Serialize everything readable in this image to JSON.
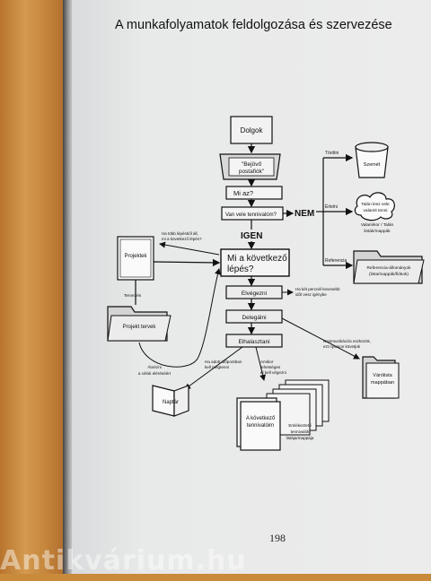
{
  "page": {
    "title": "A munkafolyamatok feldolgozása és szervezése",
    "page_number": "198",
    "watermark": "Antikvárium.hu"
  },
  "flowchart": {
    "dolgok": "Dolgok",
    "bejovo_line1": "\"Bejövő",
    "bejovo_line2": "postafiók\"",
    "mi_az": "Mi az?",
    "van_vele": "Van vele tennivalóm?",
    "nem": "NEM",
    "igen": "IGEN",
    "mi_kovetkezo_line1": "Mi a következő",
    "mi_kovetkezo_line2": "lépés?",
    "elvegezni": "Elvégezni",
    "delegalni": "Delegálni",
    "elhalasztani": "Elhalasztani",
    "torolni": "Törölni",
    "szemet": "Szemét",
    "erlelni": "Érlelni",
    "talan_line1": "Talán lesz vele",
    "talan_line2": "valamit tenni",
    "valamikor_line1": "Valamikor / Talán",
    "valamikor_line2": "listák/mappák",
    "referencia": "Referencia",
    "ref_line1": "Referencia-állományok",
    "ref_line2": "(lista/mappák/fiókok)",
    "projektek": "Projektek",
    "tervezes": "Tervezés",
    "projekt_tervek": "Projekt tervek",
    "ha_tobb_line1": "Ha több lépésből áll,",
    "ha_tobb_line2": "mi a következő lépés?",
    "ha_ketpercnel_line1": "Ha két percnél kevesebb",
    "ha_ketpercnel_line2": "időt vesz igénybe",
    "kommunikacios_line1": "Kommunikációs eszközök,",
    "kommunikacios_line2": "ezt nyomon követjük",
    "vrakozas_line1": "Várólista",
    "vrakozas_line2": "mappában",
    "ha_adott_line1": "Ha adott időpontban",
    "ha_adott_line2": "kell megtenni",
    "naptar": "Naptár",
    "amikor_line1": "Amikor",
    "amikor_line2": "lehetséges",
    "amikor_line3": "el kell végezni",
    "akciok_line1": "A következő",
    "akciok_line2": "tennivalóim",
    "emlekezteto_line1": "Emlékeztető",
    "emlekezteto_line2": "tennivalók",
    "emlekezteto_line3": "listája/mappája",
    "atnezni_line1": "Átnézni",
    "atnezni_line2": "a célok eléréséért"
  }
}
